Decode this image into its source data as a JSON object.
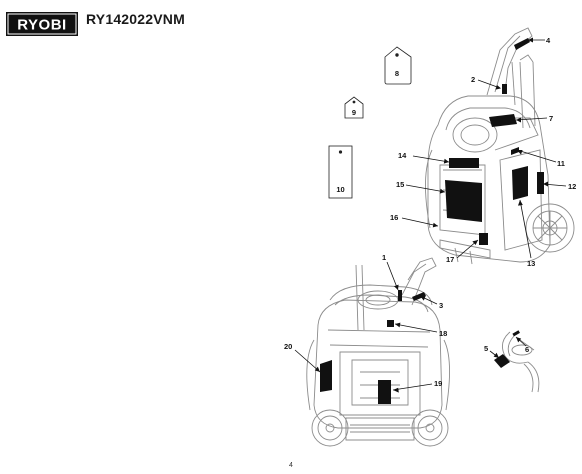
{
  "header": {
    "brand": "RYOBI",
    "model": "RY142022VNM"
  },
  "callouts": [
    "1",
    "2",
    "3",
    "4",
    "5",
    "6",
    "7",
    "8",
    "9",
    "10",
    "11",
    "12",
    "13",
    "14",
    "15",
    "16",
    "17",
    "18",
    "19",
    "20"
  ],
  "footer": {
    "page_number": "4"
  },
  "colors": {
    "ink": "#111111",
    "line": "#9a9a9a",
    "background": "#ffffff"
  }
}
